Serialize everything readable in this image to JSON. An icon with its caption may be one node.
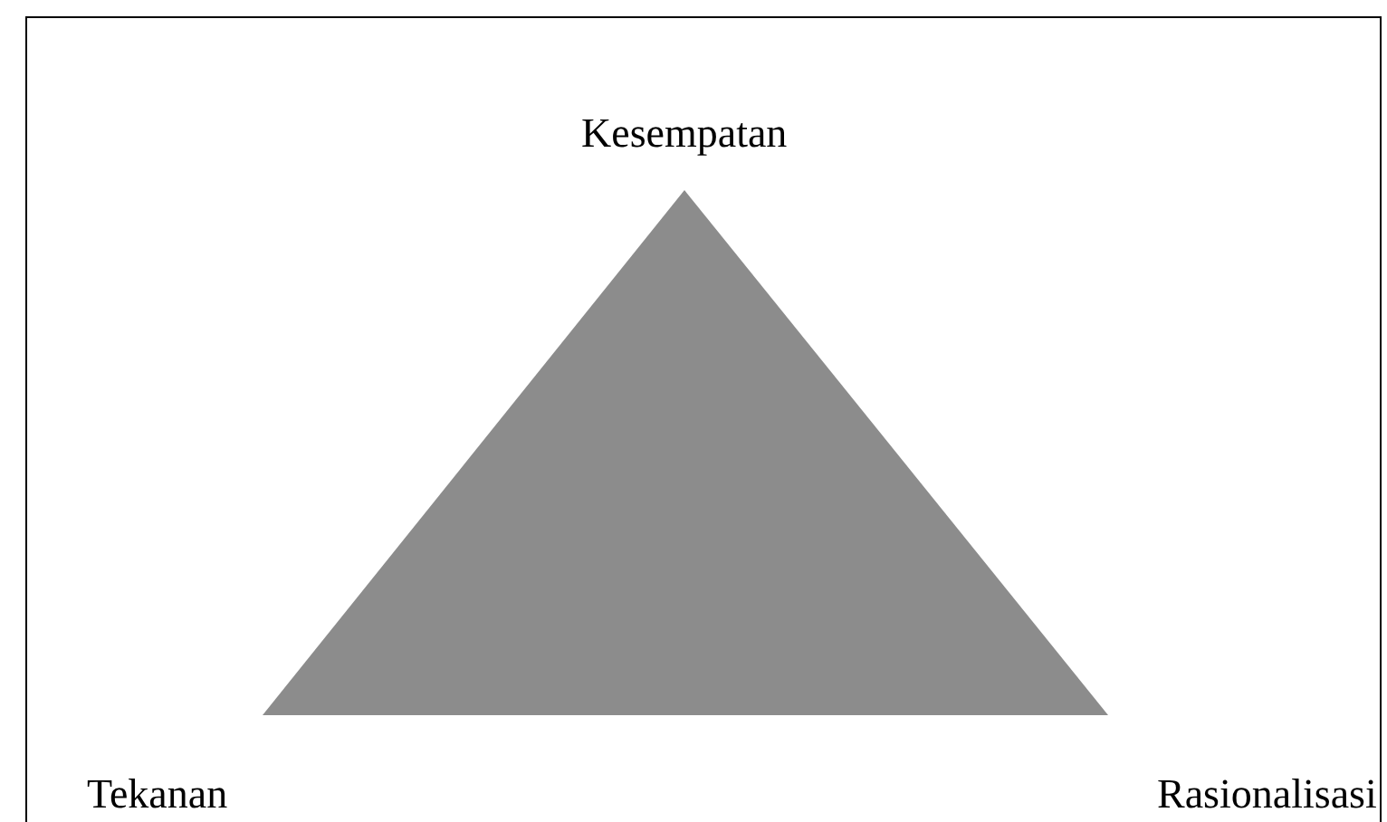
{
  "diagram": {
    "labels": [
      "Kesempatan",
      "Tekanan",
      "Rasionalisasi"
    ]
  }
}
